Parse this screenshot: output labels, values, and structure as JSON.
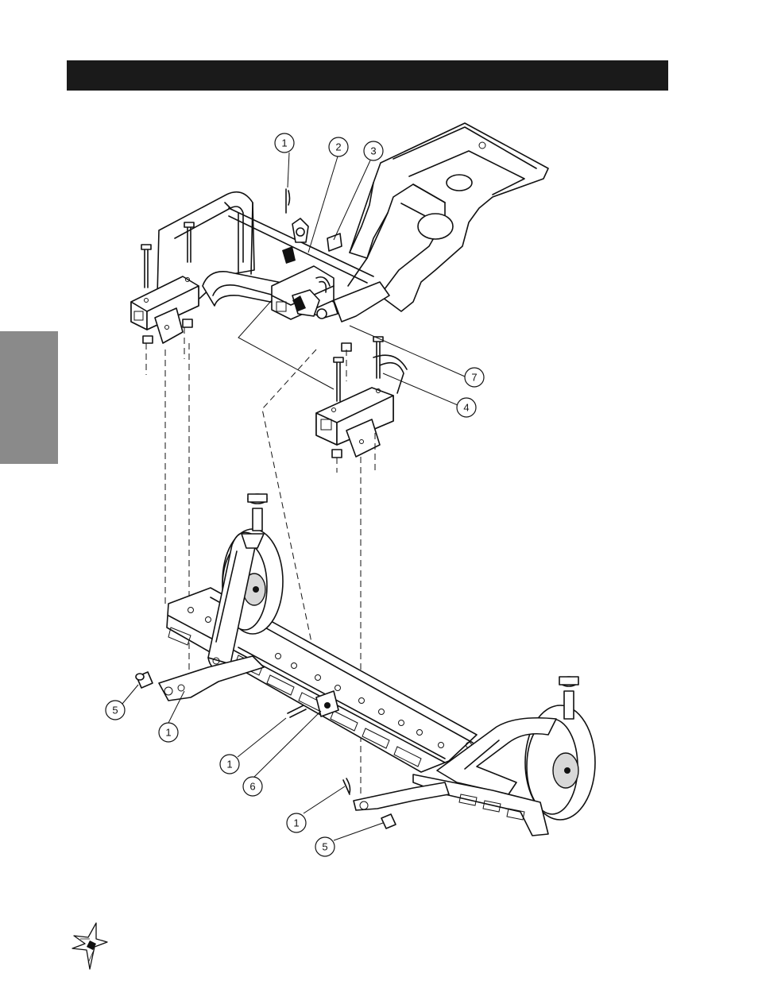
{
  "header": {
    "bar_color": "#1a1a1a"
  },
  "side_tab": {
    "color": "#8a8a8a"
  },
  "callouts": [
    {
      "id": "c1-top",
      "label": "1"
    },
    {
      "id": "c2-top",
      "label": "2"
    },
    {
      "id": "c3-top",
      "label": "3"
    },
    {
      "id": "c7",
      "label": "7"
    },
    {
      "id": "c4",
      "label": "4"
    },
    {
      "id": "c5-left",
      "label": "5"
    },
    {
      "id": "c1-left",
      "label": "1"
    },
    {
      "id": "c1-mid",
      "label": "1"
    },
    {
      "id": "c6",
      "label": "6"
    },
    {
      "id": "c1-bottom",
      "label": "1"
    },
    {
      "id": "c5-bottom",
      "label": "5"
    }
  ],
  "logo": {
    "icon": "star-logo-icon"
  }
}
